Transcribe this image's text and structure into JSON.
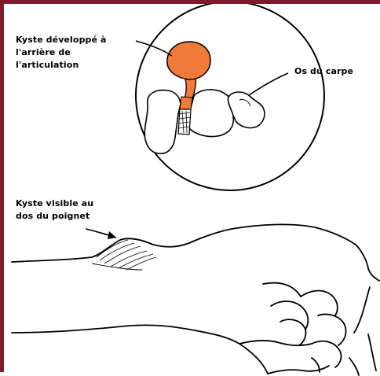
{
  "labels": {
    "cyst_behind_joint": [
      "Kyste développé à",
      "l'arrière de",
      "l'articulation"
    ],
    "carpal_bones": "Os du carpe",
    "visible_cyst": [
      "Kyste visible au",
      "dos du poignet"
    ]
  },
  "colors": {
    "frame": "#7d1a2e",
    "cyst_fill": "#f07a3a",
    "line": "#000000"
  }
}
